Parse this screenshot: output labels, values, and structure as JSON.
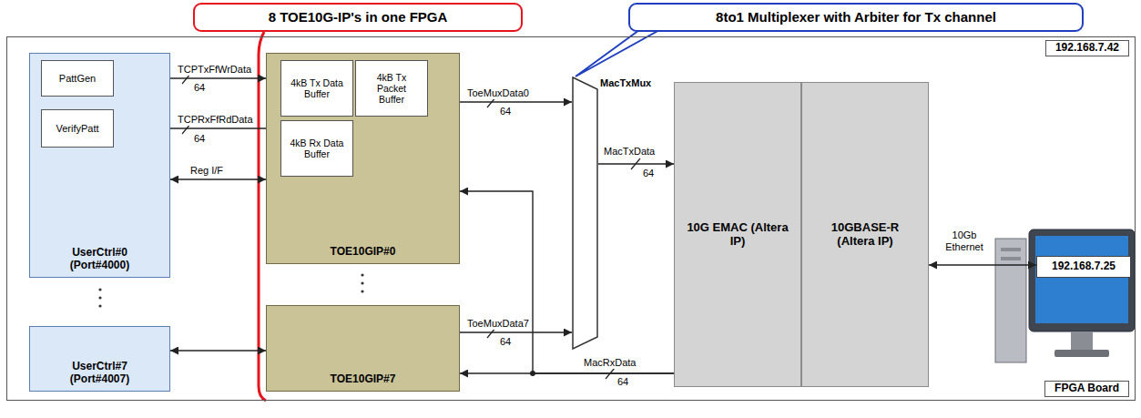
{
  "diagram": {
    "nodes": [
      {
        "text": [
          "8 TOE10G-IP's in one FPGA"
        ]
      },
      {
        "text": [
          "8to1 Multiplexer with Arbiter for Tx channel"
        ]
      },
      {
        "text": [
          "192.168.7.42",
          "FPGA Board"
        ]
      },
      {
        "text": [
          "UserCtrl#0 (Port#4000)"
        ],
        "in": 2
      },
      {
        "text": [
          "PattGen"
        ],
        "in": 3
      },
      {
        "text": [
          "VerifyPatt"
        ],
        "in": 3
      },
      {
        "text": [
          "UserCtrl#7 (Port#4007)"
        ],
        "in": 2
      },
      {
        "text": [
          "TOE10GIP#0"
        ],
        "in": 2
      },
      {
        "text": [
          "4kB Tx Data Buffer"
        ],
        "in": 7
      },
      {
        "text": [
          "4kB Tx Packet Buffer"
        ],
        "in": 7
      },
      {
        "text": [
          "4kB Rx Data Buffer"
        ],
        "in": 7
      },
      {
        "text": [
          "TOE10GIP#7"
        ],
        "in": 2
      },
      {
        "text": [
          "MacTxMux"
        ],
        "in": 2
      },
      {
        "text": [
          "10G EMAC (Altera IP)"
        ],
        "in": 2
      },
      {
        "text": [
          "10GBASE-R (Altera IP)"
        ],
        "in": 2
      },
      {
        "text": [
          "192.168.7.25"
        ]
      }
    ],
    "edges": [
      {
        "from": 4,
        "to": 7,
        "arrow": "to",
        "label": "TCPTxFfWrData"
      },
      {
        "from": 7,
        "to": 5,
        "arrow": "to",
        "label": "TCPRxFfRdData"
      },
      {
        "from": 3,
        "to": 7,
        "arrow": "both",
        "label": "Reg I/F"
      },
      {
        "from": 6,
        "to": 11,
        "arrow": "both"
      },
      {
        "from": 7,
        "to": 12,
        "arrow": "to",
        "label": "ToeMuxData0"
      },
      {
        "from": 11,
        "to": 12,
        "arrow": "to",
        "label": "ToeMuxData7"
      },
      {
        "from": 12,
        "to": 13,
        "arrow": "to",
        "label": "MacTxData"
      },
      {
        "from": 13,
        "to": 11,
        "arrow": "to",
        "label": "MacRxData"
      },
      {
        "from": 13,
        "to": 7,
        "arrow": "to"
      },
      {
        "from": 14,
        "to": 15,
        "arrow": "both",
        "label": "10Gb Ethernet"
      }
    ],
    "labels": [
      "64",
      "64",
      "64",
      "64",
      "64",
      "64"
    ]
  }
}
